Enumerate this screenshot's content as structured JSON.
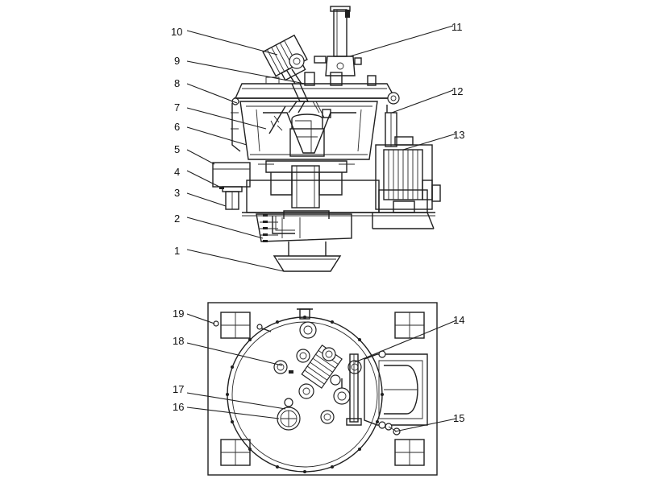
{
  "callouts": [
    {
      "id": "1",
      "text": "1"
    },
    {
      "id": "2",
      "text": "2"
    },
    {
      "id": "3",
      "text": "3"
    },
    {
      "id": "4",
      "text": "4"
    },
    {
      "id": "5",
      "text": "5"
    },
    {
      "id": "6",
      "text": "6"
    },
    {
      "id": "7",
      "text": "7"
    },
    {
      "id": "8",
      "text": "8"
    },
    {
      "id": "9",
      "text": "9"
    },
    {
      "id": "10",
      "text": "10"
    },
    {
      "id": "11",
      "text": "11"
    },
    {
      "id": "12",
      "text": "12"
    },
    {
      "id": "13",
      "text": "13"
    },
    {
      "id": "14",
      "text": "14"
    },
    {
      "id": "15",
      "text": "15"
    },
    {
      "id": "16",
      "text": "16"
    },
    {
      "id": "17",
      "text": "17"
    },
    {
      "id": "18",
      "text": "18"
    },
    {
      "id": "19",
      "text": "19"
    }
  ],
  "colors": {
    "line": "#1f1f1f",
    "background": "#ffffff"
  }
}
